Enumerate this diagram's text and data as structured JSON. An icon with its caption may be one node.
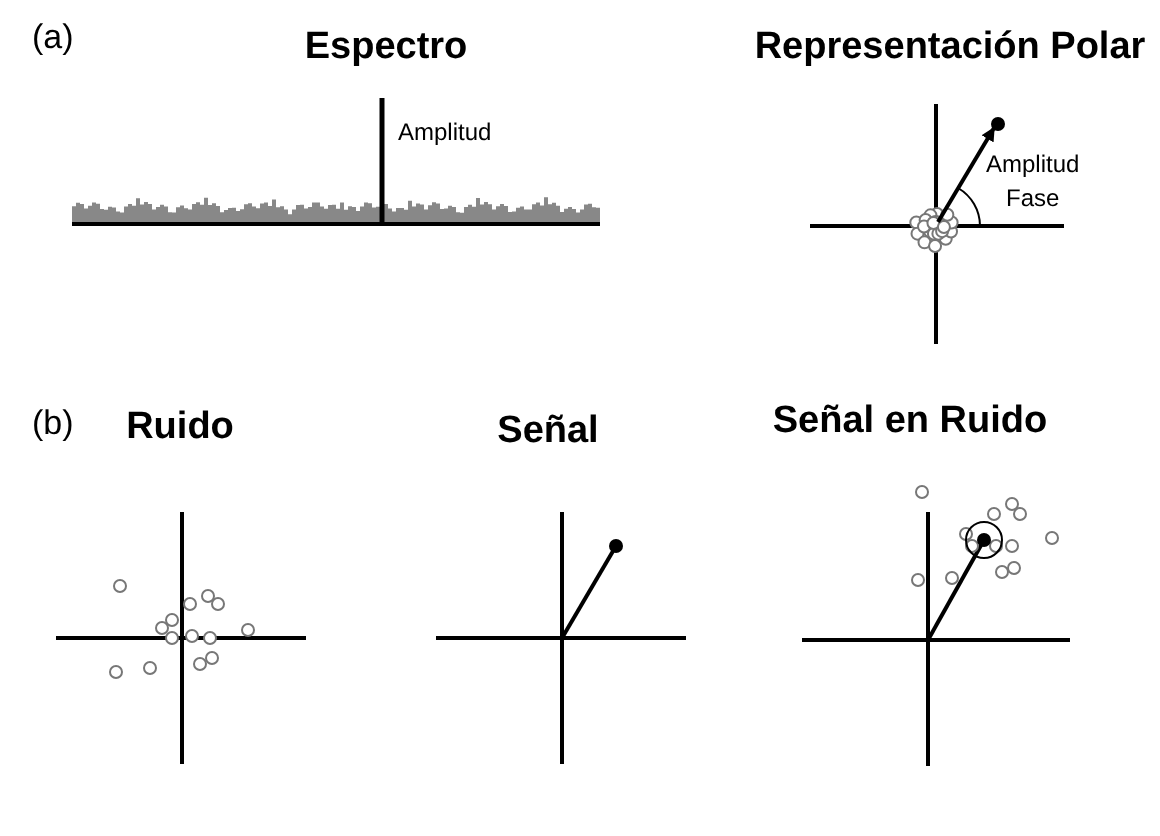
{
  "diagram": {
    "labels": [
      "(a)",
      "Espectro",
      "Amplitud",
      "Representación Polar",
      "Amplitud",
      "Fase",
      "(b)",
      "Ruido",
      "Señal",
      "Señal en Ruido"
    ]
  }
}
